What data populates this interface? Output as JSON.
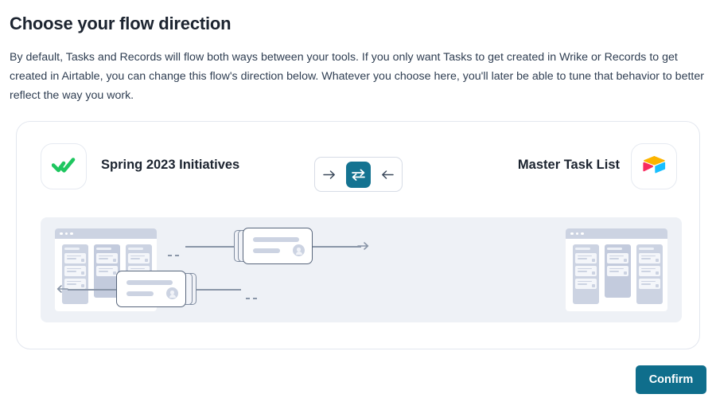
{
  "header": {
    "title": "Choose your flow direction",
    "description": "By default, Tasks and Records will flow both ways between your tools. If you only want Tasks to get created in Wrike or Records to get created in Airtable, you can change this flow's direction below. Whatever you choose here, you'll later be able to tune that behavior to better reflect the way you work."
  },
  "flow": {
    "left_app": {
      "name": "Spring 2023 Initiatives",
      "icon": "wrike-checkmark-icon",
      "icon_color": "#1ec65f"
    },
    "right_app": {
      "name": "Master Task List",
      "icon": "airtable-icon",
      "icon_colors": [
        "#fcb400",
        "#f82b60",
        "#18bfff"
      ]
    },
    "direction_toggle": {
      "options": [
        {
          "id": "right",
          "icon": "arrow-right-icon",
          "label": "→",
          "selected": false
        },
        {
          "id": "both",
          "icon": "bidirectional-arrows-icon",
          "label": "⇄",
          "selected": true
        },
        {
          "id": "left",
          "icon": "arrow-left-icon",
          "label": "←",
          "selected": false
        }
      ],
      "selected": "both",
      "active_color": "#147391"
    },
    "illustration": {
      "panel_color": "#eef1f6",
      "boards": 2,
      "columns_per_board": 3,
      "cards_per_column": 3,
      "flows": [
        {
          "direction": "right",
          "from": "left_app",
          "to": "right_app"
        },
        {
          "direction": "left",
          "from": "right_app",
          "to": "left_app"
        }
      ]
    }
  },
  "footer": {
    "confirm_label": "Confirm",
    "confirm_color": "#0f6e8c"
  }
}
